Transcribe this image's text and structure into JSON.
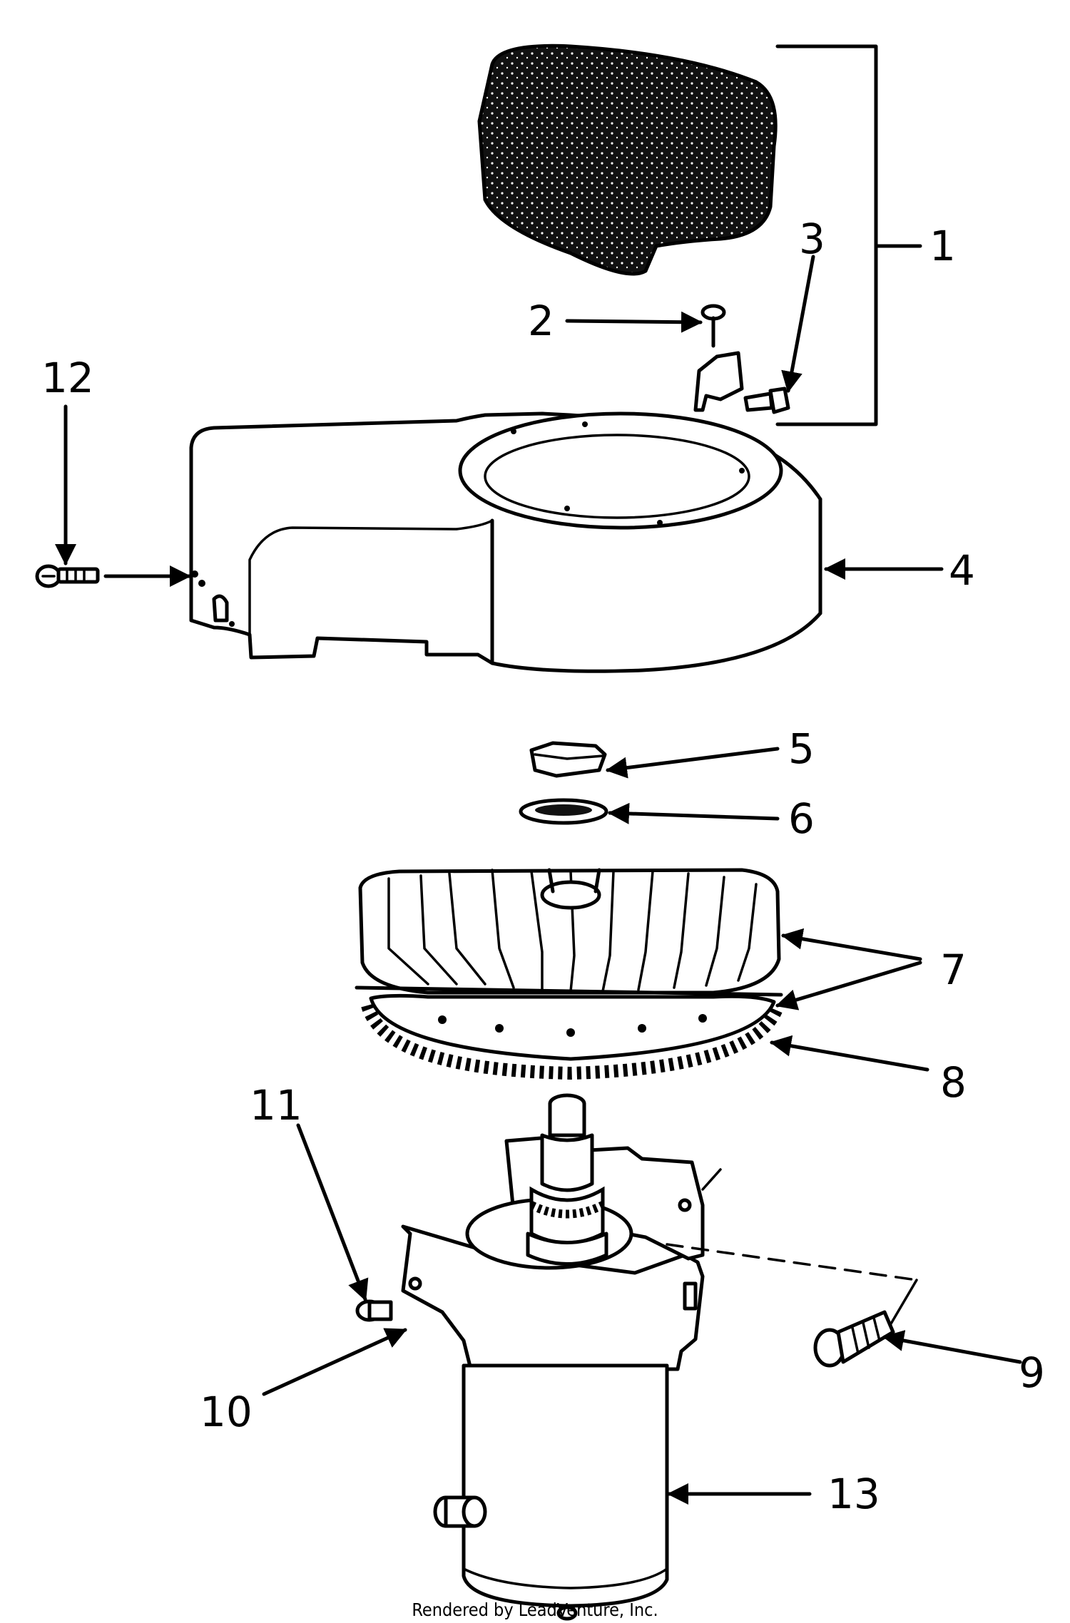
{
  "callouts": {
    "c1": "1",
    "c2": "2",
    "c3": "3",
    "c4": "4",
    "c5": "5",
    "c6": "6",
    "c7": "7",
    "c8": "8",
    "c9": "9",
    "c10": "10",
    "c11": "11",
    "c12": "12",
    "c13": "13"
  },
  "footer": "Rendered by LeadVenture, Inc."
}
